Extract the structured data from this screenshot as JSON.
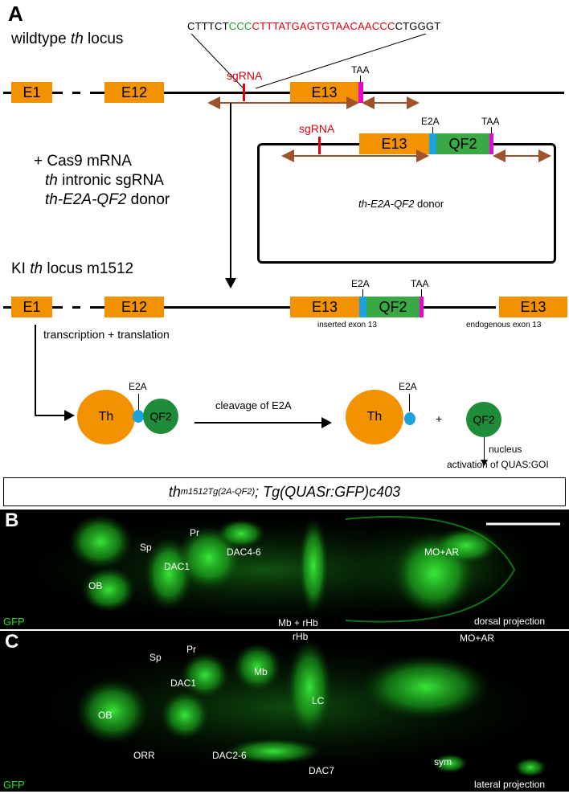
{
  "panel_a": {
    "letter": "A",
    "wildtype_label": {
      "pre": "wildtype ",
      "it": "th",
      "post": " locus"
    },
    "sequence": {
      "black1": "CTTTCT",
      "green": "CCC",
      "red": "CTTTATGAGTGTAACAACCC",
      "black2": "CTGGGT"
    },
    "sgrna": "sgRNA",
    "taa": "TAA",
    "e2a": "E2A",
    "exons": {
      "e1": "E1",
      "e12": "E12",
      "e13": "E13"
    },
    "qf2": "QF2",
    "injection": {
      "line1": "+ Cas9 mRNA",
      "line2_it": "th",
      "line2_post": " intronic sgRNA",
      "line3_it": "th-E2A-QF2",
      "line3_post": " donor"
    },
    "donor_label": {
      "it": "th-E2A-QF2",
      "post": " donor"
    },
    "ki_label": {
      "pre": "KI ",
      "it": "th",
      "post": " locus m1512"
    },
    "inserted": "inserted exon 13",
    "endogenous": "endogenous exon 13",
    "transcription": "transcription + translation",
    "cleavage": "cleavage of E2A",
    "th": "Th",
    "plus": "+",
    "nucleus": "nucleus",
    "activation": "activation of QUAS:GOI"
  },
  "genotype": {
    "a_main": "th",
    "a_sup": "m1512Tg(2A-QF2)",
    "b_main": "; Tg(QUASr:GFP)c403"
  },
  "panel_b": {
    "letter": "B",
    "labels": {
      "pr": "Pr",
      "sp": "Sp",
      "dac46": "DAC4-6",
      "dac1": "DAC1",
      "ob": "OB",
      "moar": "MO+AR",
      "mbrhb": "Mb + rHb"
    },
    "gfp": "GFP",
    "projection": "dorsal projection"
  },
  "panel_c": {
    "letter": "C",
    "labels": {
      "rhb": "rHb",
      "moar": "MO+AR",
      "sp": "Sp",
      "pr": "Pr",
      "mb": "Mb",
      "dac1": "DAC1",
      "lc": "LC",
      "ob": "OB",
      "orr": "ORR",
      "dac26": "DAC2-6",
      "dac7": "DAC7",
      "sym": "sym"
    },
    "gfp": "GFP",
    "projection": "lateral projection"
  },
  "colors": {
    "exon": "#f39200",
    "e2a": "#1ba3e0",
    "qf2": "#3aa845",
    "stop": "#e60ad0",
    "sgrna": "#e3000f",
    "arrow": "#a0522d",
    "gfp": "#22e022"
  }
}
